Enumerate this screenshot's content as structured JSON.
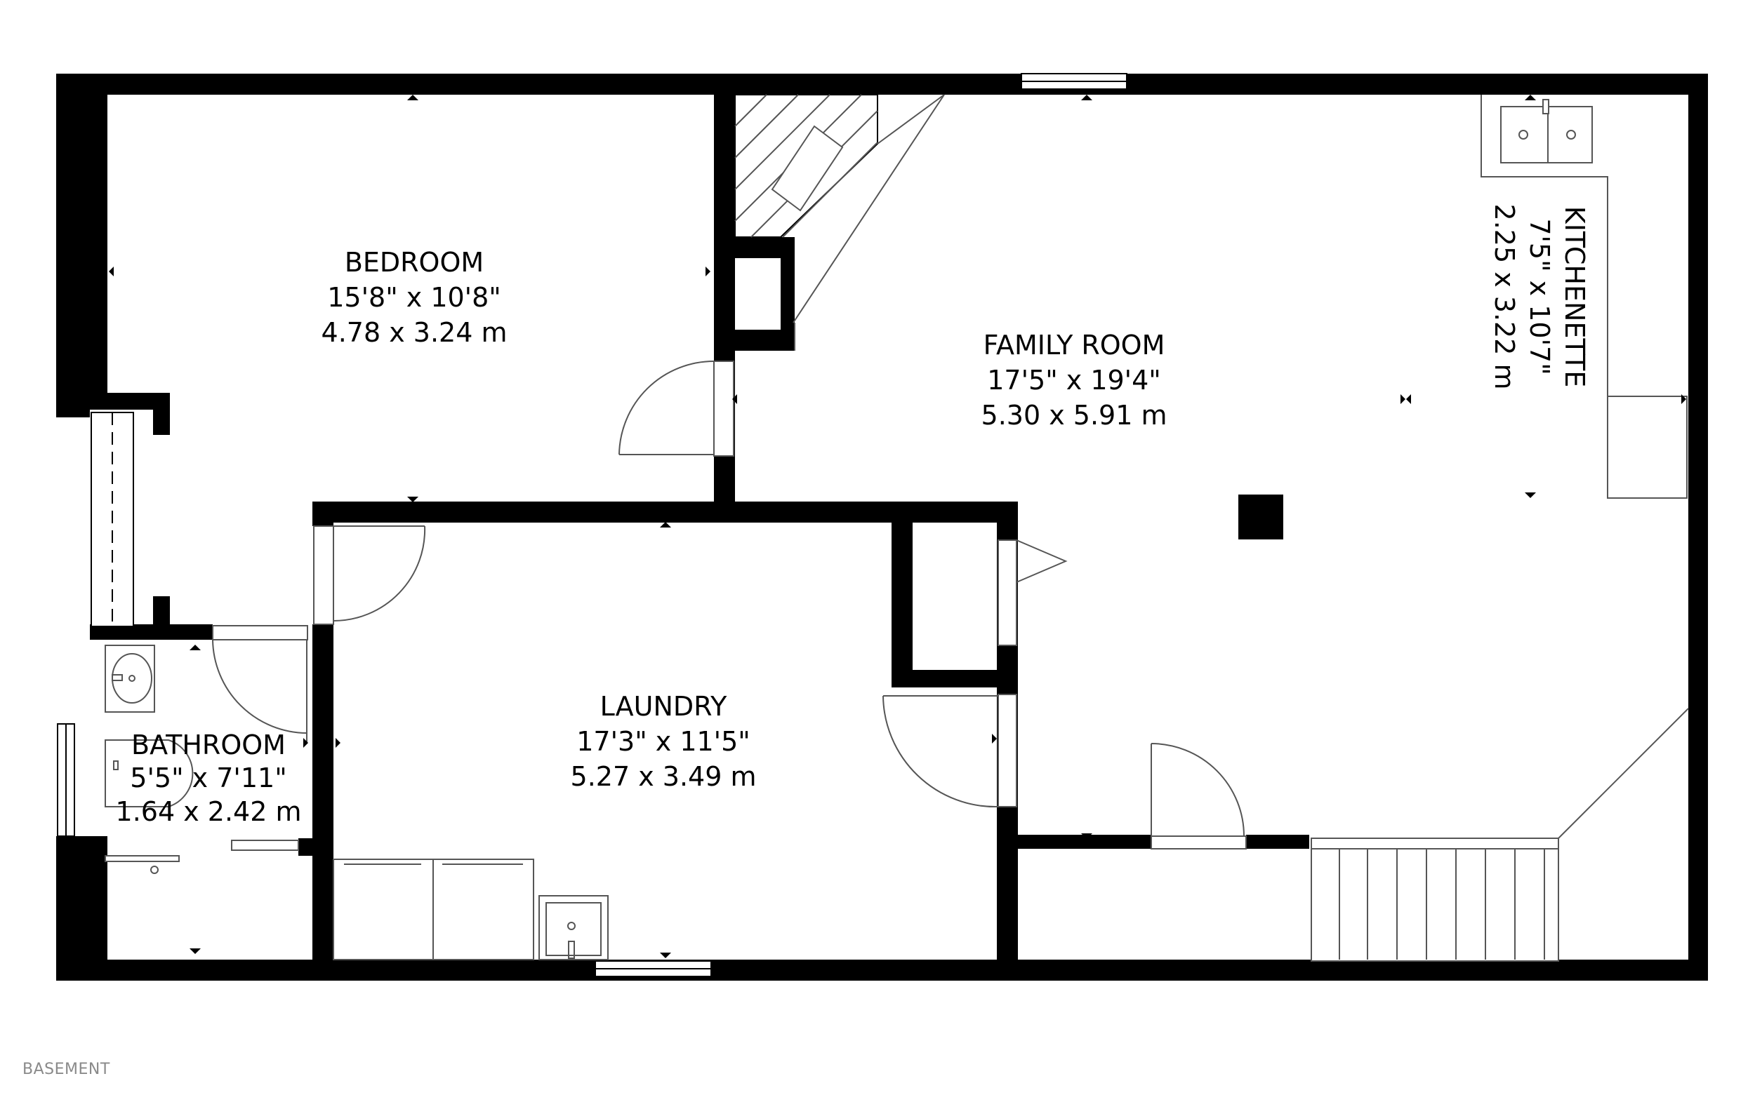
{
  "floor_label": "BASEMENT",
  "rooms": {
    "bedroom": {
      "name": "BEDROOM",
      "imperial": "15'8\" x 10'8\"",
      "metric": "4.78 x 3.24 m"
    },
    "family_room": {
      "name": "FAMILY ROOM",
      "imperial": "17'5\" x 19'4\"",
      "metric": "5.30 x 5.91 m"
    },
    "kitchenette": {
      "name": "KITCHENETTE",
      "imperial": "7'5\" x 10'7\"",
      "metric": "2.25 x 3.22 m"
    },
    "laundry": {
      "name": "LAUNDRY",
      "imperial": "17'3\" x 11'5\"",
      "metric": "5.27 x 3.49 m"
    },
    "bathroom": {
      "name": "BATHROOM",
      "imperial": "5'5\" x 7'11\"",
      "metric": "1.64 x 2.42 m"
    }
  },
  "colors": {
    "wall": "#000000",
    "fixture_line": "#555555",
    "background": "#ffffff",
    "caption": "#8a8a8a"
  }
}
